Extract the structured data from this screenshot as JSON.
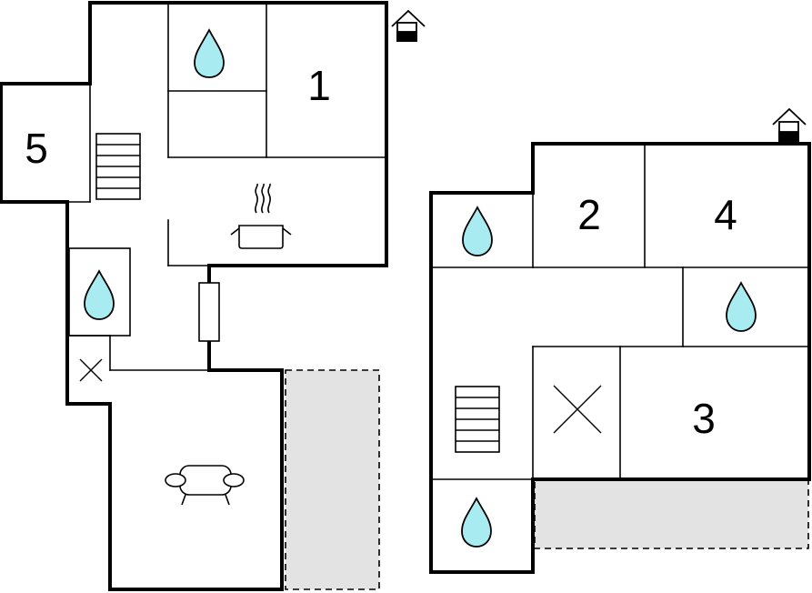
{
  "colors": {
    "wall": "#000000",
    "water_drop": "#a8ecf2",
    "terrace": "#e3e3e3",
    "background": "#ffffff"
  },
  "rooms": [
    {
      "id": "room-1",
      "label": "1"
    },
    {
      "id": "room-2",
      "label": "2"
    },
    {
      "id": "room-3",
      "label": "3"
    },
    {
      "id": "room-4",
      "label": "4"
    },
    {
      "id": "room-5",
      "label": "5"
    }
  ],
  "icons": [
    "water-drop-icon",
    "stairs-icon",
    "cooking-pot-icon",
    "radiator-icon",
    "closet-cross-icon",
    "armchair-icon",
    "chimney-icon"
  ]
}
